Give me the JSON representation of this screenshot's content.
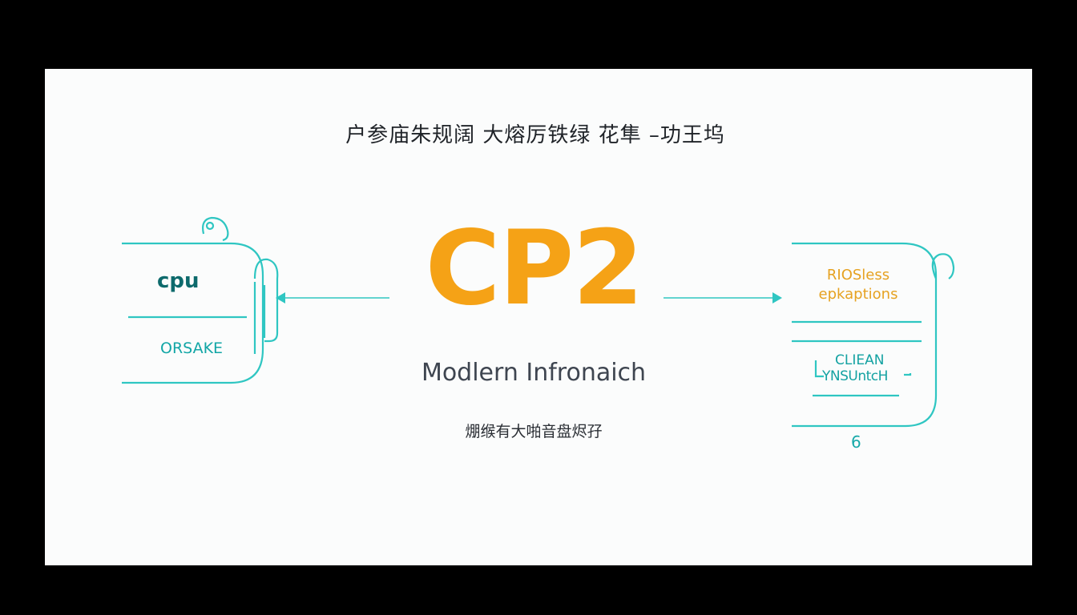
{
  "title": "户参庙朱规阔 大熔厉铁绿  花隼 –功王坞",
  "center": {
    "title": "CP2",
    "subtitle": "Modlern Infronaich",
    "caption": "焩缑有大啪音盘烬孖"
  },
  "left_box": {
    "top_label": "cpu",
    "bottom_label": "ORSAKE"
  },
  "right_box": {
    "top_label_line1": "RIOSless",
    "top_label_line2": "epkaptions",
    "box_label_line1": "CLIEAN",
    "box_label_line2": "YNSUntcH",
    "number": "6"
  },
  "colors": {
    "accent_orange": "#f5a216",
    "accent_teal": "#2fc6c2",
    "dark_teal": "#0d6a6c",
    "background": "#fbfcfc",
    "frame": "#000000"
  }
}
